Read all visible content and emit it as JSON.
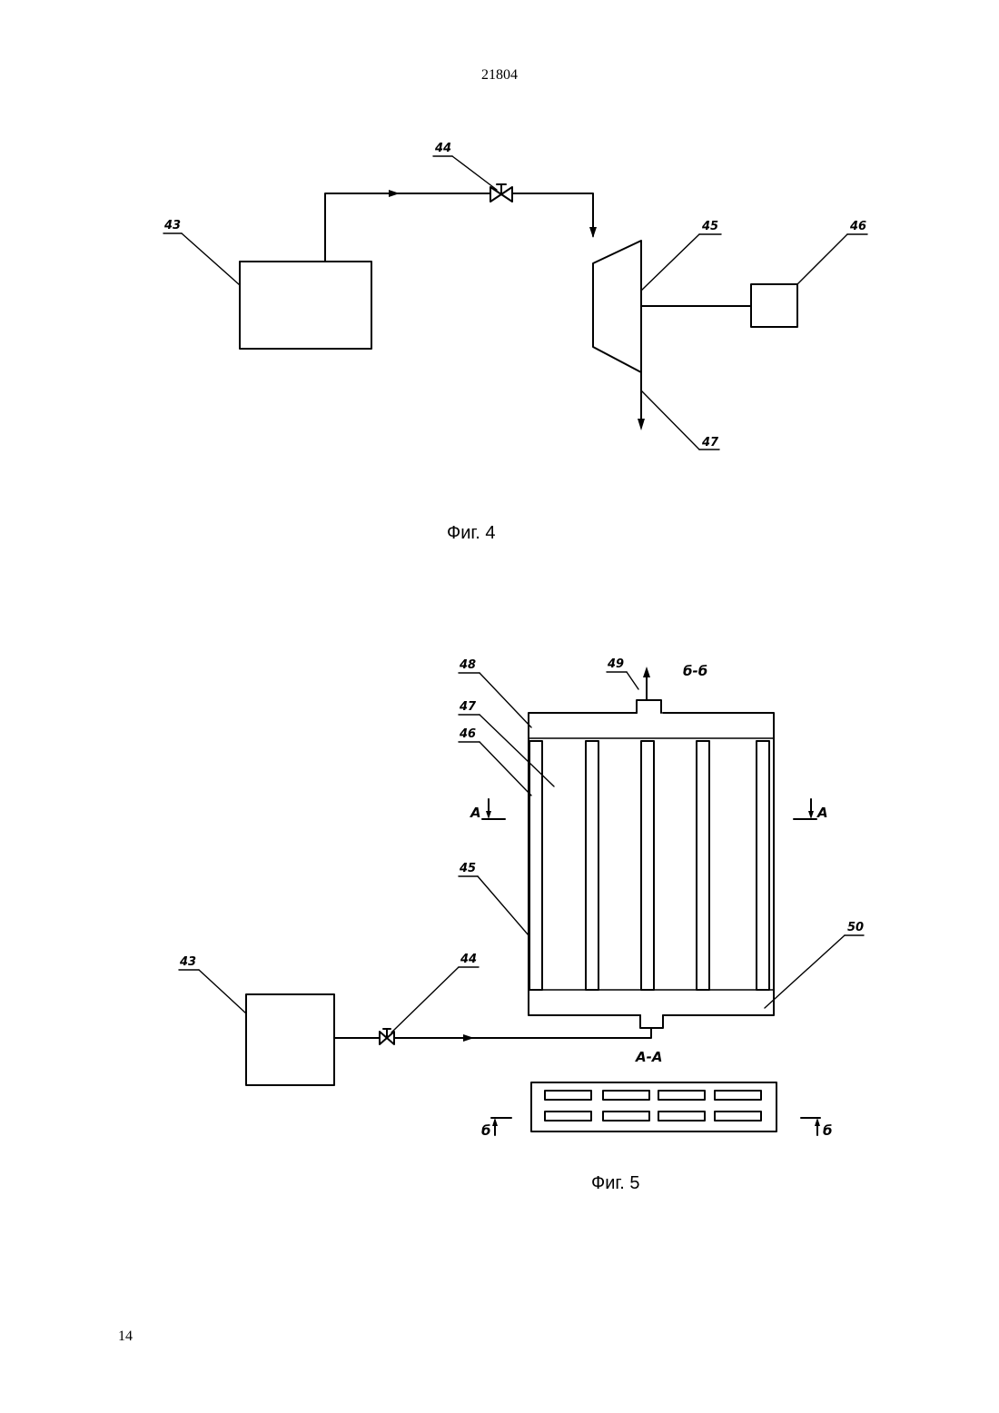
{
  "page": {
    "number_top": "21804",
    "number_bottom": "14"
  },
  "figure4": {
    "caption": "Фиг. 4",
    "labels": {
      "ref_43": "43",
      "ref_44": "44",
      "ref_45": "45",
      "ref_46": "46",
      "ref_47": "47"
    }
  },
  "figure5": {
    "caption": "Фиг. 5",
    "labels": {
      "ref_43": "43",
      "ref_44": "44",
      "ref_45": "45",
      "ref_46": "46",
      "ref_47": "47",
      "ref_48": "48",
      "ref_49": "49",
      "ref_50": "50"
    },
    "sections": {
      "bb_title": "б-б",
      "aa_title": "А-А",
      "a_left": "А",
      "a_right": "А",
      "b_left": "б",
      "b_right": "б"
    }
  }
}
